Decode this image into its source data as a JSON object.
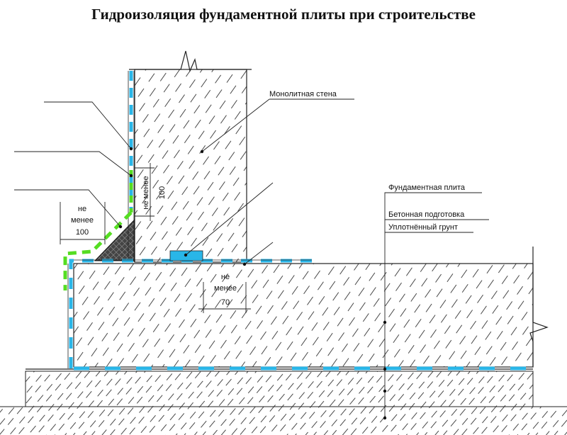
{
  "title": "Гидроизоляция фундаментной плиты при строительстве",
  "labels": {
    "wall": "Монолитная стена",
    "slab": "Фундаментная плита",
    "concrete_prep": "Бетонная подготовка",
    "soil": "Уплотнённый грунт"
  },
  "dimensions": {
    "fillet": {
      "line1": "не",
      "line2": "менее",
      "value": "100"
    },
    "wall_overlap": {
      "text": "не менее",
      "value": "100"
    },
    "slab_overlap": {
      "line1": "не",
      "line2": "менее",
      "value": "70"
    }
  },
  "colors": {
    "membrane_blue": "#29b6e8",
    "membrane_green": "#55dd22",
    "hatch": "#333333",
    "fillet_fill": "#3a3a3a"
  }
}
